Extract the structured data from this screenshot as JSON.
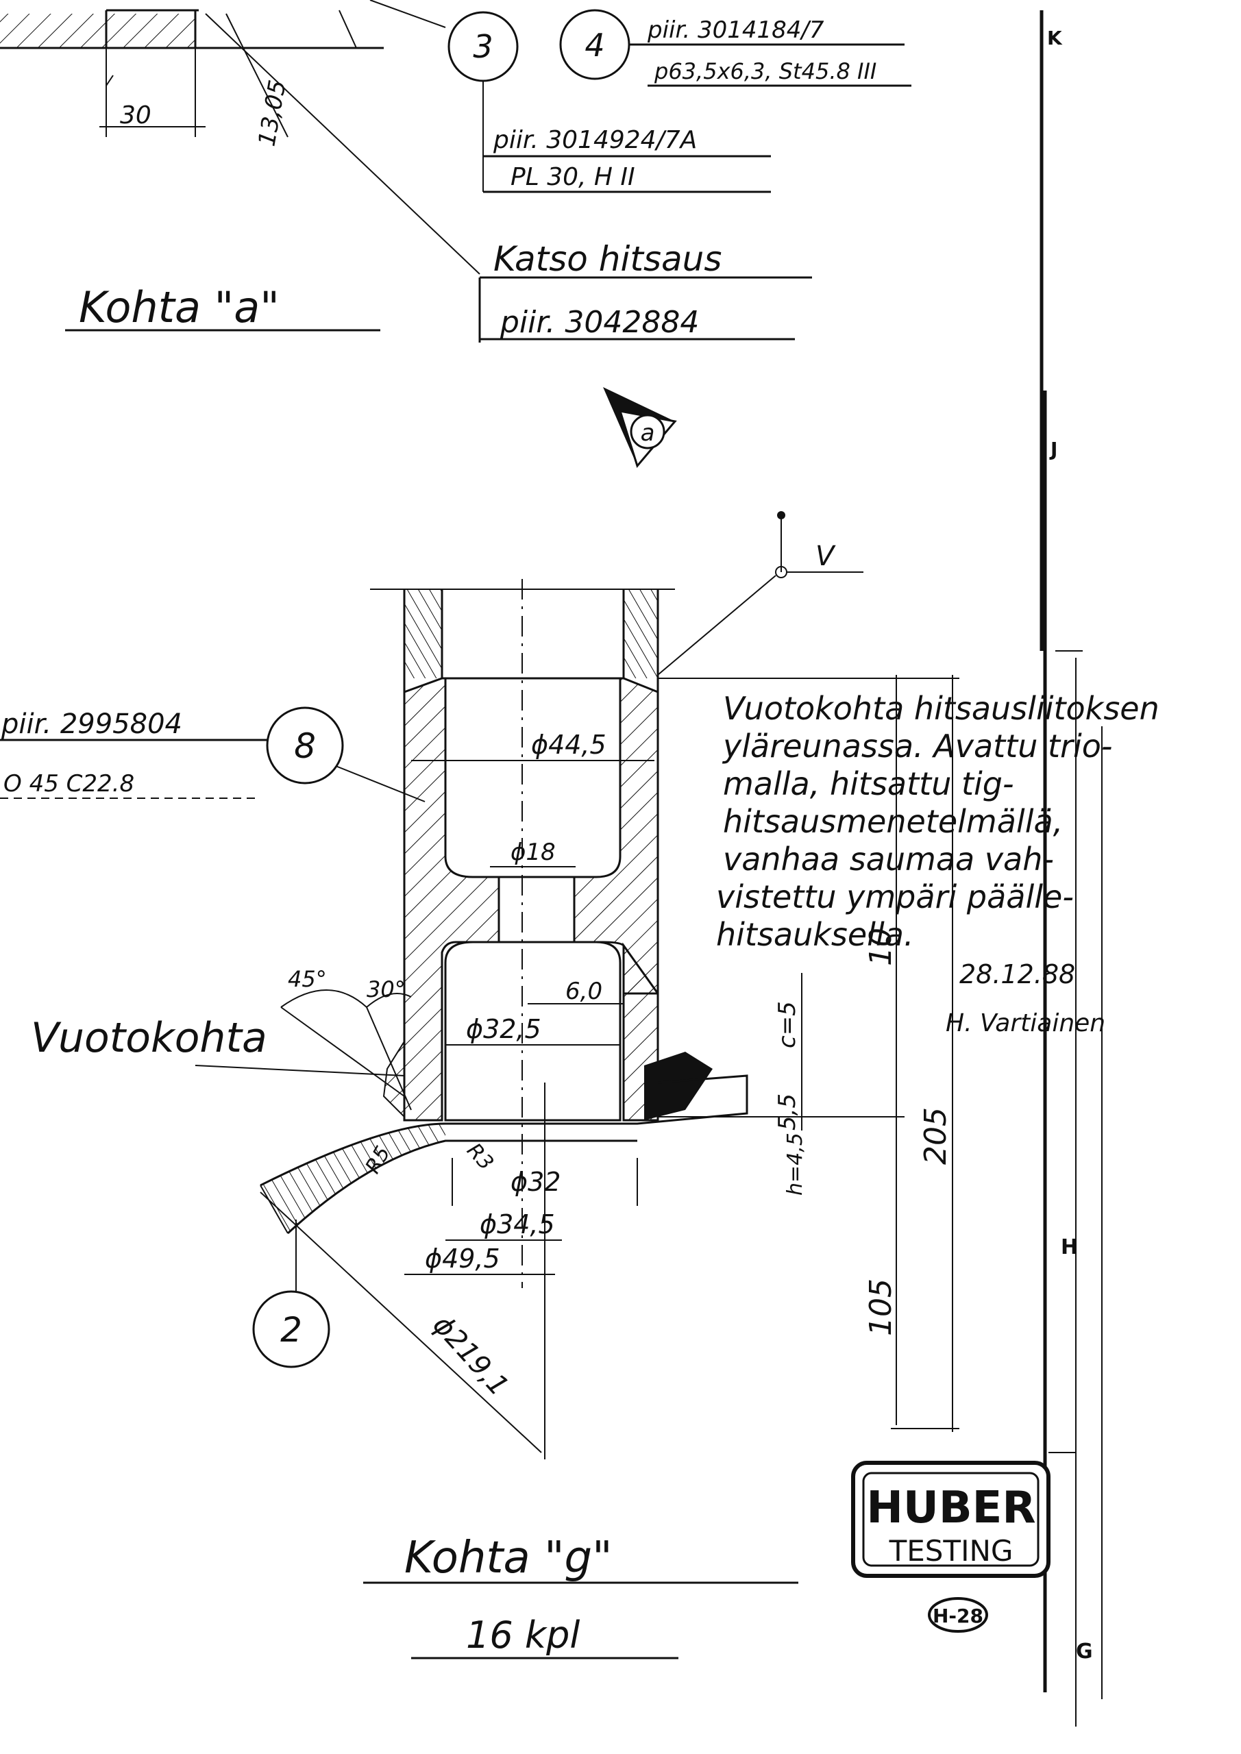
{
  "zones": {
    "k": "K",
    "j": "J",
    "h": "H",
    "g": "G"
  },
  "top_detail": {
    "dim_30": "30",
    "dim_13_05": "13,05",
    "item3_no": "3",
    "item4_no": "4",
    "item4_drawing": "piir. 3014184/7",
    "item4_spec": "p63,5x6,3, St45.8 III",
    "item3_drawing": "piir. 3014924/7A",
    "item3_spec": "PL 30, H II",
    "weld_ref_1": "Katso hitsaus",
    "weld_ref_2": "piir. 3042884",
    "view_title": "Kohta \"a\"",
    "view_marker": "a"
  },
  "main_detail": {
    "item8_no": "8",
    "item8_drawing": "piir. 2995804",
    "item8_spec": "O 45 C22.8",
    "item2_no": "2",
    "weld_symbol": "V",
    "d44_5": "ϕ44,5",
    "d18": "ϕ18",
    "d6_0": "6,0",
    "d32_5": "ϕ32,5",
    "d32": "ϕ32",
    "d34_5": "ϕ34,5",
    "d49_5": "ϕ49,5",
    "d219_1": "ϕ219,1",
    "r3": "R3",
    "r5": "R5",
    "a45": "45°",
    "a30": "30°",
    "c5": "c=5",
    "dim_5_5": "5,5",
    "h_4_5": "h=4,5",
    "dim_10": "10",
    "dim_205": "205",
    "dim_105": "105",
    "leak_label": "Vuotokohta",
    "note_lines": [
      "Vuotokohta hitsausliitoksen",
      "yläreunassa. Avattu trio-",
      "malla, hitsattu tig-",
      "hitsausmenetelmällä,",
      "vanhaa saumaa vah-",
      "vistettu ympäri päälle-",
      "hitsauksella."
    ],
    "note_date": "28.12.88",
    "note_signature": "H. Vartiainen",
    "title": "Kohta \"g\"",
    "quantity": "16 kpl"
  },
  "stamp": {
    "brand_top": "HUBER",
    "brand_bottom": "TESTING",
    "code": "H-28"
  }
}
